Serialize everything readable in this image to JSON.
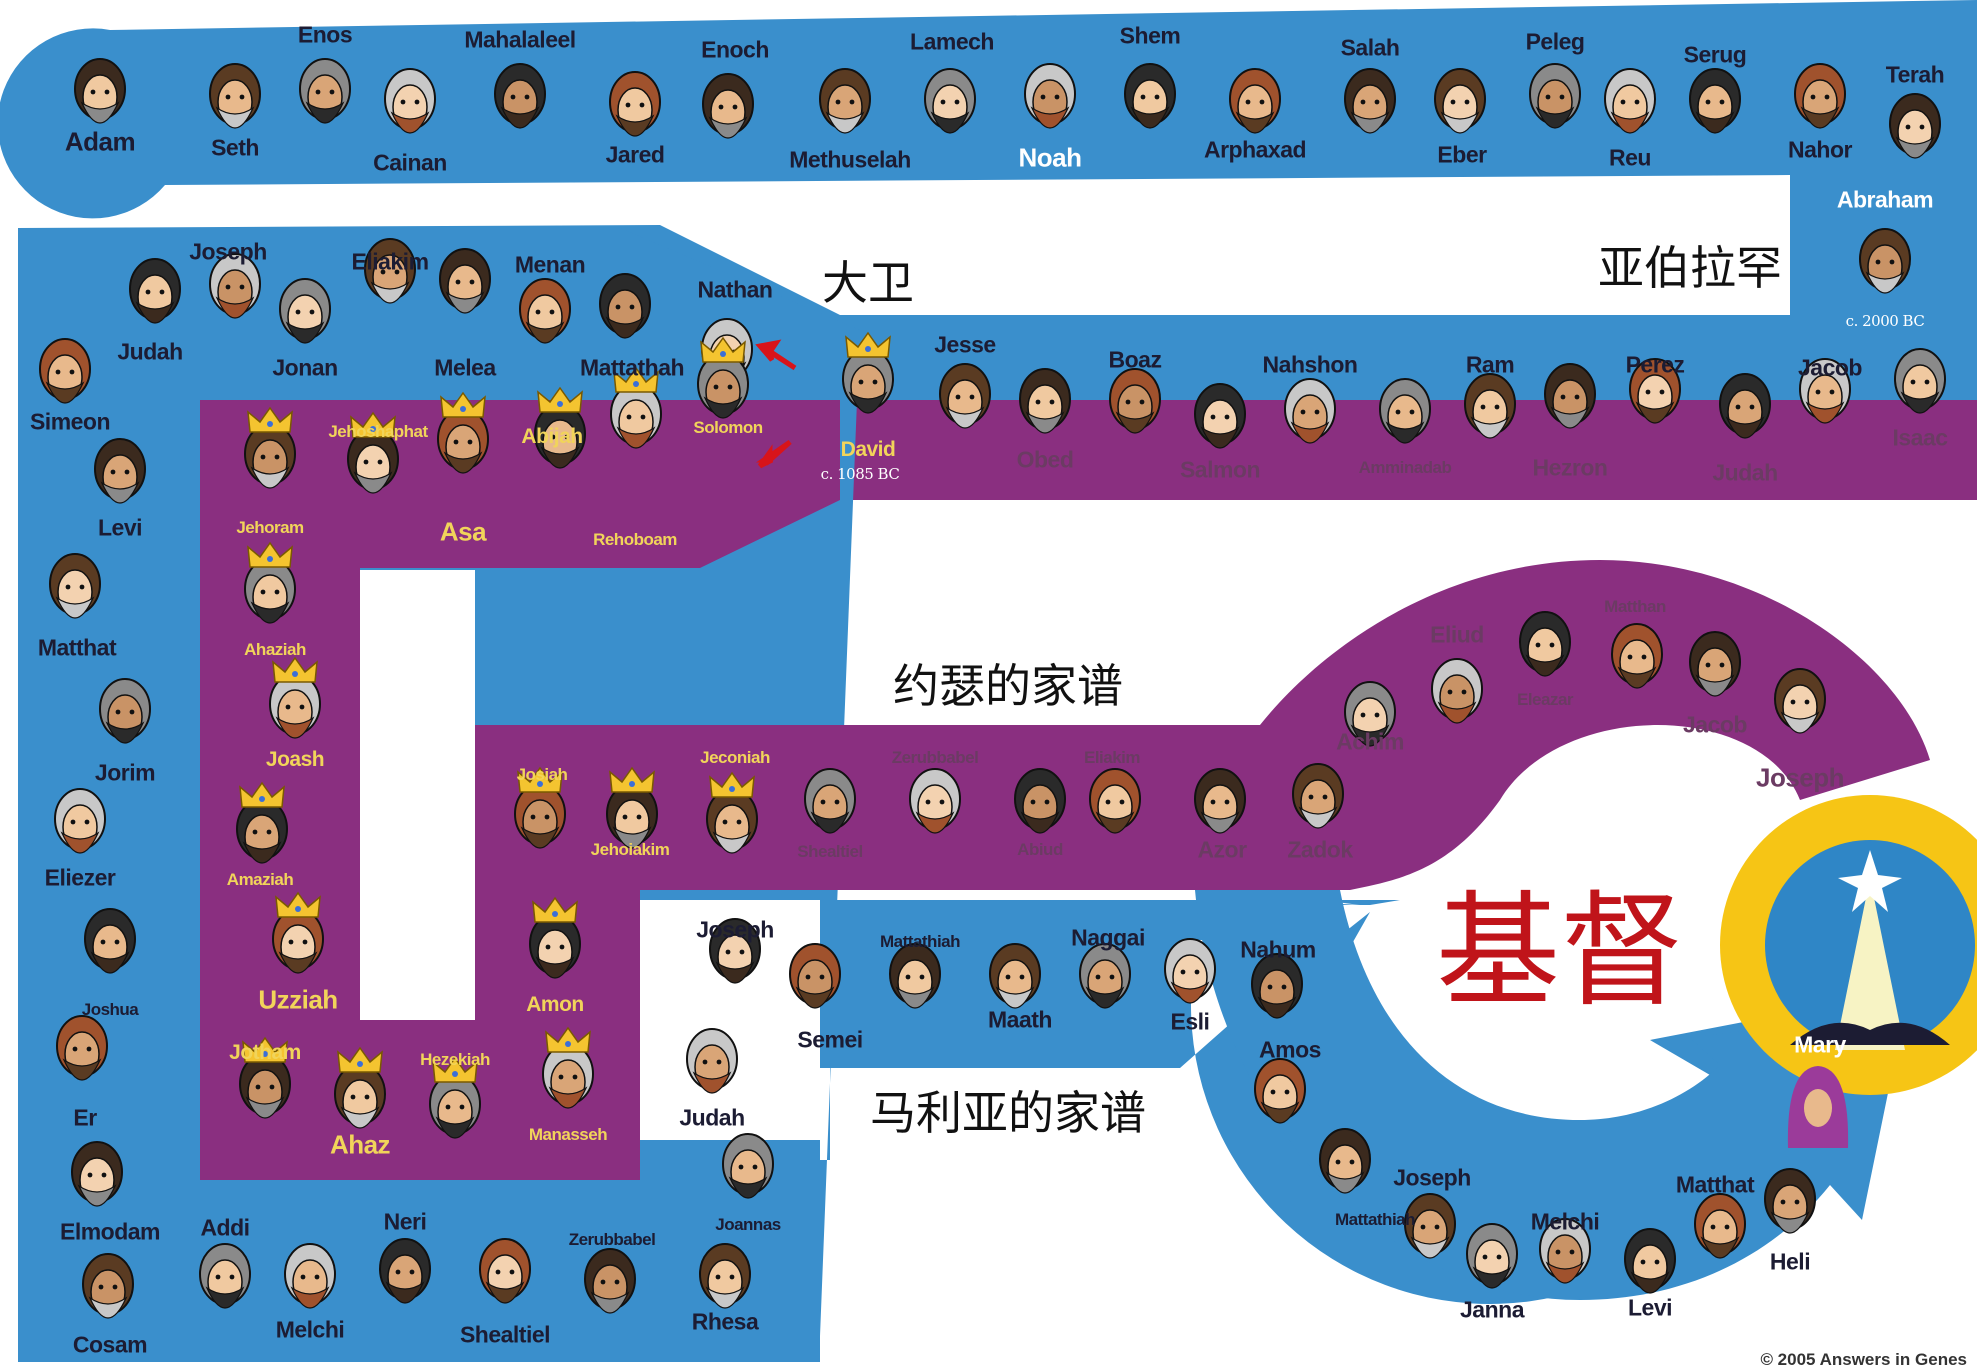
{
  "labels": {
    "abraham_zh": "亚伯拉罕",
    "david_zh": "大卫",
    "joseph_line_zh": "约瑟的家谱",
    "mary_line_zh": "马利亚的家谱",
    "christ_zh": "基督",
    "abraham_date": "c. 2000 BC",
    "david_date": "c. 1085 BC",
    "copyright": "© 2005 Answers in Genes"
  },
  "colors": {
    "shared_line": "#3a8fcc",
    "joseph_line": "#8a2f80",
    "king_name": "#f1d45a",
    "christ_text": "#c0141a",
    "halo": "#f6c515"
  },
  "people": [
    {
      "name": "Adam",
      "role": "patriarch",
      "icon": "bearded-face-icon"
    },
    {
      "name": "Seth",
      "role": "patriarch",
      "icon": "bearded-face-icon"
    },
    {
      "name": "Enos",
      "role": "patriarch",
      "icon": "bearded-face-icon"
    },
    {
      "name": "Cainan",
      "role": "patriarch",
      "icon": "bearded-face-icon"
    },
    {
      "name": "Mahalaleel",
      "role": "patriarch",
      "icon": "bearded-face-icon"
    },
    {
      "name": "Jared",
      "role": "patriarch",
      "icon": "bearded-face-icon"
    },
    {
      "name": "Enoch",
      "role": "patriarch",
      "icon": "bearded-face-icon"
    },
    {
      "name": "Methuselah",
      "role": "patriarch",
      "icon": "bearded-face-icon"
    },
    {
      "name": "Lamech",
      "role": "patriarch",
      "icon": "bearded-face-icon"
    },
    {
      "name": "Noah",
      "role": "patriarch",
      "icon": "bearded-face-icon"
    },
    {
      "name": "Shem",
      "role": "patriarch",
      "icon": "bearded-face-icon"
    },
    {
      "name": "Arphaxad",
      "role": "patriarch",
      "icon": "bearded-face-icon"
    },
    {
      "name": "Salah",
      "role": "patriarch",
      "icon": "bearded-face-icon"
    },
    {
      "name": "Eber",
      "role": "patriarch",
      "icon": "bearded-face-icon"
    },
    {
      "name": "Peleg",
      "role": "patriarch",
      "icon": "bearded-face-icon"
    },
    {
      "name": "Reu",
      "role": "patriarch",
      "icon": "bearded-face-icon"
    },
    {
      "name": "Serug",
      "role": "patriarch",
      "icon": "bearded-face-icon"
    },
    {
      "name": "Nahor",
      "role": "patriarch",
      "icon": "bearded-face-icon"
    },
    {
      "name": "Terah",
      "role": "patriarch",
      "icon": "bearded-face-icon"
    },
    {
      "name": "Abraham",
      "role": "patriarch",
      "icon": "bearded-face-icon"
    },
    {
      "name": "Isaac",
      "role": "patriarch",
      "icon": "bearded-face-icon"
    },
    {
      "name": "Jacob",
      "role": "patriarch",
      "icon": "bearded-face-icon"
    },
    {
      "name": "Judah",
      "role": "patriarch",
      "icon": "bearded-face-icon"
    },
    {
      "name": "Perez",
      "role": "patriarch",
      "icon": "bearded-face-icon"
    },
    {
      "name": "Hezron",
      "role": "patriarch",
      "icon": "bearded-face-icon"
    },
    {
      "name": "Ram",
      "role": "patriarch",
      "icon": "bearded-face-icon"
    },
    {
      "name": "Amminadab",
      "role": "patriarch",
      "icon": "bearded-face-icon"
    },
    {
      "name": "Nahshon",
      "role": "patriarch",
      "icon": "bearded-face-icon"
    },
    {
      "name": "Salmon",
      "role": "patriarch",
      "icon": "bearded-face-icon"
    },
    {
      "name": "Boaz",
      "role": "patriarch",
      "icon": "bearded-face-icon"
    },
    {
      "name": "Obed",
      "role": "patriarch",
      "icon": "bearded-face-icon"
    },
    {
      "name": "Jesse",
      "role": "patriarch",
      "icon": "bearded-face-icon"
    },
    {
      "name": "David",
      "role": "king",
      "icon": "crowned-face-icon"
    },
    {
      "name": "Nathan",
      "role": "mary-line",
      "icon": "bearded-face-icon"
    },
    {
      "name": "Mattathah",
      "role": "mary-line",
      "icon": "bearded-face-icon"
    },
    {
      "name": "Menan",
      "role": "mary-line",
      "icon": "bearded-face-icon"
    },
    {
      "name": "Melea",
      "role": "mary-line",
      "icon": "bearded-face-icon"
    },
    {
      "name": "Eliakim",
      "role": "mary-line",
      "icon": "bearded-face-icon"
    },
    {
      "name": "Jonan",
      "role": "mary-line",
      "icon": "bearded-face-icon"
    },
    {
      "name": "Joseph",
      "role": "mary-line",
      "icon": "bearded-face-icon"
    },
    {
      "name": "Judah",
      "role": "mary-line",
      "icon": "bearded-face-icon"
    },
    {
      "name": "Simeon",
      "role": "mary-line",
      "icon": "bearded-face-icon"
    },
    {
      "name": "Levi",
      "role": "mary-line",
      "icon": "bearded-face-icon"
    },
    {
      "name": "Matthat",
      "role": "mary-line",
      "icon": "bearded-face-icon"
    },
    {
      "name": "Jorim",
      "role": "mary-line",
      "icon": "bearded-face-icon"
    },
    {
      "name": "Eliezer",
      "role": "mary-line",
      "icon": "bearded-face-icon"
    },
    {
      "name": "Joshua",
      "role": "mary-line",
      "icon": "bearded-face-icon"
    },
    {
      "name": "Er",
      "role": "mary-line",
      "icon": "bearded-face-icon"
    },
    {
      "name": "Elmodam",
      "role": "mary-line",
      "icon": "bearded-face-icon"
    },
    {
      "name": "Cosam",
      "role": "mary-line",
      "icon": "bearded-face-icon"
    },
    {
      "name": "Addi",
      "role": "mary-line",
      "icon": "bearded-face-icon"
    },
    {
      "name": "Melchi",
      "role": "mary-line",
      "icon": "bearded-face-icon"
    },
    {
      "name": "Neri",
      "role": "mary-line",
      "icon": "bearded-face-icon"
    },
    {
      "name": "Shealtiel",
      "role": "mary-line",
      "icon": "bearded-face-icon"
    },
    {
      "name": "Zerubbabel",
      "role": "mary-line",
      "icon": "bearded-face-icon"
    },
    {
      "name": "Rhesa",
      "role": "mary-line",
      "icon": "bearded-face-icon"
    },
    {
      "name": "Joannas",
      "role": "mary-line",
      "icon": "bearded-face-icon"
    },
    {
      "name": "Judah",
      "role": "mary-line",
      "icon": "bearded-face-icon"
    },
    {
      "name": "Joseph",
      "role": "mary-line",
      "icon": "bearded-face-icon"
    },
    {
      "name": "Semei",
      "role": "mary-line",
      "icon": "bearded-face-icon"
    },
    {
      "name": "Mattathiah",
      "role": "mary-line",
      "icon": "bearded-face-icon"
    },
    {
      "name": "Maath",
      "role": "mary-line",
      "icon": "bearded-face-icon"
    },
    {
      "name": "Naggai",
      "role": "mary-line",
      "icon": "bearded-face-icon"
    },
    {
      "name": "Esli",
      "role": "mary-line",
      "icon": "bearded-face-icon"
    },
    {
      "name": "Nahum",
      "role": "mary-line",
      "icon": "bearded-face-icon"
    },
    {
      "name": "Amos",
      "role": "mary-line",
      "icon": "bearded-face-icon"
    },
    {
      "name": "Mattathiah",
      "role": "mary-line",
      "icon": "bearded-face-icon"
    },
    {
      "name": "Joseph",
      "role": "mary-line",
      "icon": "bearded-face-icon"
    },
    {
      "name": "Janna",
      "role": "mary-line",
      "icon": "bearded-face-icon"
    },
    {
      "name": "Melchi",
      "role": "mary-line",
      "icon": "bearded-face-icon"
    },
    {
      "name": "Levi",
      "role": "mary-line",
      "icon": "bearded-face-icon"
    },
    {
      "name": "Matthat",
      "role": "mary-line",
      "icon": "bearded-face-icon"
    },
    {
      "name": "Heli",
      "role": "mary-line",
      "icon": "bearded-face-icon"
    },
    {
      "name": "Mary",
      "role": "mary",
      "icon": "hooded-woman-icon"
    },
    {
      "name": "Solomon",
      "role": "king",
      "icon": "crowned-face-icon"
    },
    {
      "name": "Rehoboam",
      "role": "king",
      "icon": "crowned-face-icon"
    },
    {
      "name": "Abijah",
      "role": "king",
      "icon": "crowned-face-icon"
    },
    {
      "name": "Asa",
      "role": "king",
      "icon": "crowned-face-icon"
    },
    {
      "name": "Jehoshaphat",
      "role": "king",
      "icon": "crowned-face-icon"
    },
    {
      "name": "Jehoram",
      "role": "king",
      "icon": "crowned-face-icon"
    },
    {
      "name": "Ahaziah",
      "role": "king",
      "icon": "crowned-face-icon"
    },
    {
      "name": "Joash",
      "role": "king",
      "icon": "crowned-face-icon"
    },
    {
      "name": "Amaziah",
      "role": "king",
      "icon": "crowned-face-icon"
    },
    {
      "name": "Uzziah",
      "role": "king",
      "icon": "crowned-face-icon"
    },
    {
      "name": "Jotham",
      "role": "king",
      "icon": "crowned-face-icon"
    },
    {
      "name": "Ahaz",
      "role": "king",
      "icon": "crowned-face-icon"
    },
    {
      "name": "Hezekiah",
      "role": "king",
      "icon": "crowned-face-icon"
    },
    {
      "name": "Manasseh",
      "role": "king",
      "icon": "crowned-face-icon"
    },
    {
      "name": "Amon",
      "role": "king",
      "icon": "crowned-face-icon"
    },
    {
      "name": "Josiah",
      "role": "king",
      "icon": "crowned-face-icon"
    },
    {
      "name": "Jehoiakim",
      "role": "king",
      "icon": "crowned-face-icon"
    },
    {
      "name": "Jeconiah",
      "role": "king",
      "icon": "crowned-face-icon"
    },
    {
      "name": "Shealtiel",
      "role": "joseph-line",
      "icon": "bearded-face-icon"
    },
    {
      "name": "Zerubbabel",
      "role": "joseph-line",
      "icon": "bearded-face-icon"
    },
    {
      "name": "Abiud",
      "role": "joseph-line",
      "icon": "bearded-face-icon"
    },
    {
      "name": "Eliakim",
      "role": "joseph-line",
      "icon": "bearded-face-icon"
    },
    {
      "name": "Azor",
      "role": "joseph-line",
      "icon": "bearded-face-icon"
    },
    {
      "name": "Zadok",
      "role": "joseph-line",
      "icon": "bearded-face-icon"
    },
    {
      "name": "Achim",
      "role": "joseph-line",
      "icon": "bearded-face-icon"
    },
    {
      "name": "Eliud",
      "role": "joseph-line",
      "icon": "bearded-face-icon"
    },
    {
      "name": "Eleazar",
      "role": "joseph-line",
      "icon": "bearded-face-icon"
    },
    {
      "name": "Matthan",
      "role": "joseph-line",
      "icon": "bearded-face-icon"
    },
    {
      "name": "Jacob",
      "role": "joseph-line",
      "icon": "bearded-face-icon"
    },
    {
      "name": "Joseph",
      "role": "joseph-line",
      "icon": "bearded-face-icon"
    }
  ]
}
